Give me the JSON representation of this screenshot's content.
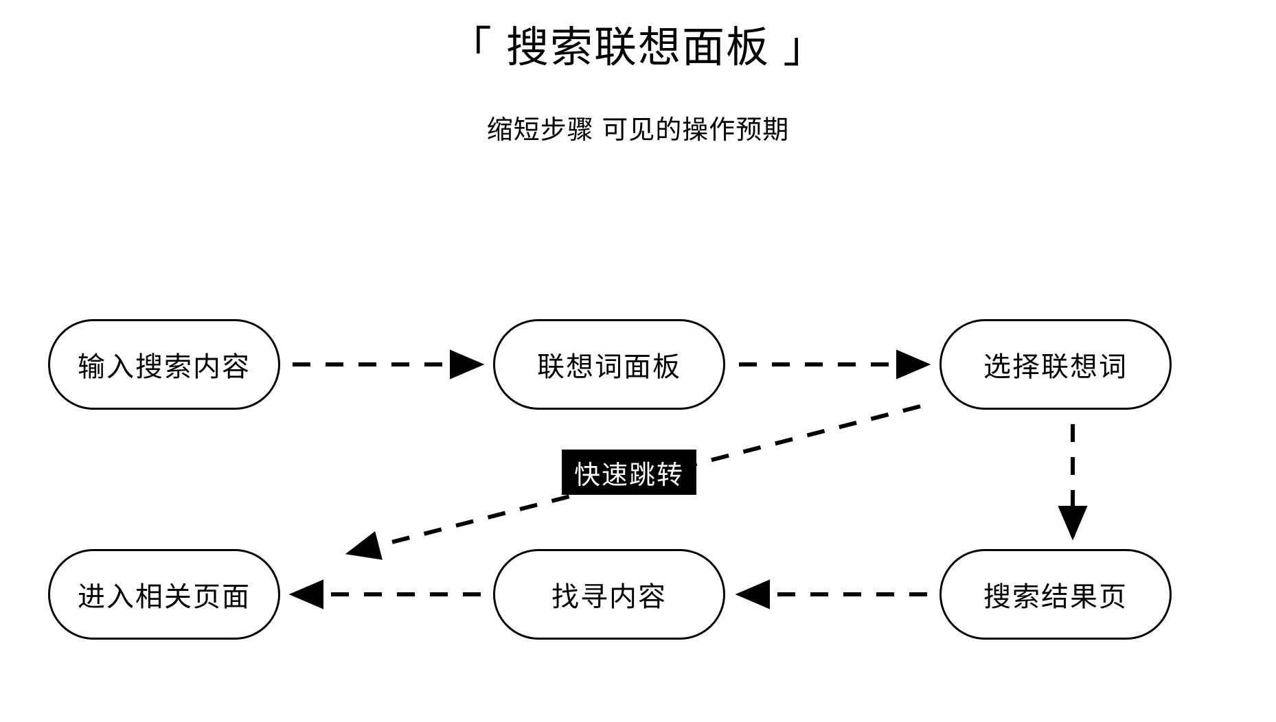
{
  "page": {
    "title": "「 搜索联想面板 」",
    "subtitle": "缩短步骤 可见的操作预期",
    "background_color": "#ffffff",
    "ink_color": "#000000"
  },
  "diagram": {
    "type": "flowchart",
    "nodes": [
      {
        "id": "a",
        "label": "输入搜索内容",
        "row": "top",
        "column": 1
      },
      {
        "id": "b",
        "label": "联想词面板",
        "row": "top",
        "column": 2
      },
      {
        "id": "c",
        "label": "选择联想词",
        "row": "top",
        "column": 3
      },
      {
        "id": "d",
        "label": "进入相关页面",
        "row": "bottom",
        "column": 1
      },
      {
        "id": "e",
        "label": "找寻内容",
        "row": "bottom",
        "column": 2
      },
      {
        "id": "f",
        "label": "搜索结果页",
        "row": "bottom",
        "column": 3
      }
    ],
    "badges": [
      {
        "id": "shortcut",
        "label": "快速跳转",
        "background_color": "#000000",
        "text_color": "#ffffff"
      }
    ],
    "edges": [
      {
        "from": "a",
        "to": "b",
        "style": "dashed",
        "direction": "right"
      },
      {
        "from": "b",
        "to": "c",
        "style": "dashed",
        "direction": "right"
      },
      {
        "from": "c",
        "to": "f",
        "style": "dashed",
        "direction": "down"
      },
      {
        "from": "f",
        "to": "e",
        "style": "dashed",
        "direction": "left"
      },
      {
        "from": "e",
        "to": "d",
        "style": "dashed",
        "direction": "left"
      },
      {
        "from": "c",
        "to": "d",
        "style": "dashed",
        "direction": "diagonal",
        "badge": "shortcut"
      }
    ]
  }
}
